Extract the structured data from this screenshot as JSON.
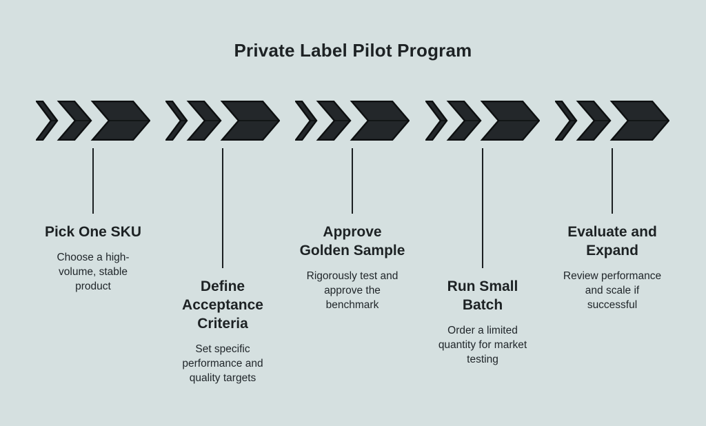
{
  "title": "Private Label Pilot Program",
  "colors": {
    "background": "#d5e0e0",
    "arrow_fill": "#23272a",
    "arrow_stroke": "#0d0f10",
    "text": "#1d2224",
    "connector_line": "#1b1f21"
  },
  "icon": {
    "name": "triple-chevron-arrow",
    "direction": "right"
  },
  "steps": [
    {
      "heading": "Pick One SKU",
      "description": "Choose a high-\nvolume, stable\nproduct",
      "connector": "short"
    },
    {
      "heading": "Define\nAcceptance\nCriteria",
      "description": "Set specific\nperformance and\nquality targets",
      "connector": "long"
    },
    {
      "heading": "Approve\nGolden Sample",
      "description": "Rigorously test and\napprove the\nbenchmark",
      "connector": "short"
    },
    {
      "heading": "Run Small\nBatch",
      "description": "Order a limited\nquantity for market\ntesting",
      "connector": "long"
    },
    {
      "heading": "Evaluate and\nExpand",
      "description": "Review performance\nand scale if\nsuccessful",
      "connector": "short"
    }
  ]
}
